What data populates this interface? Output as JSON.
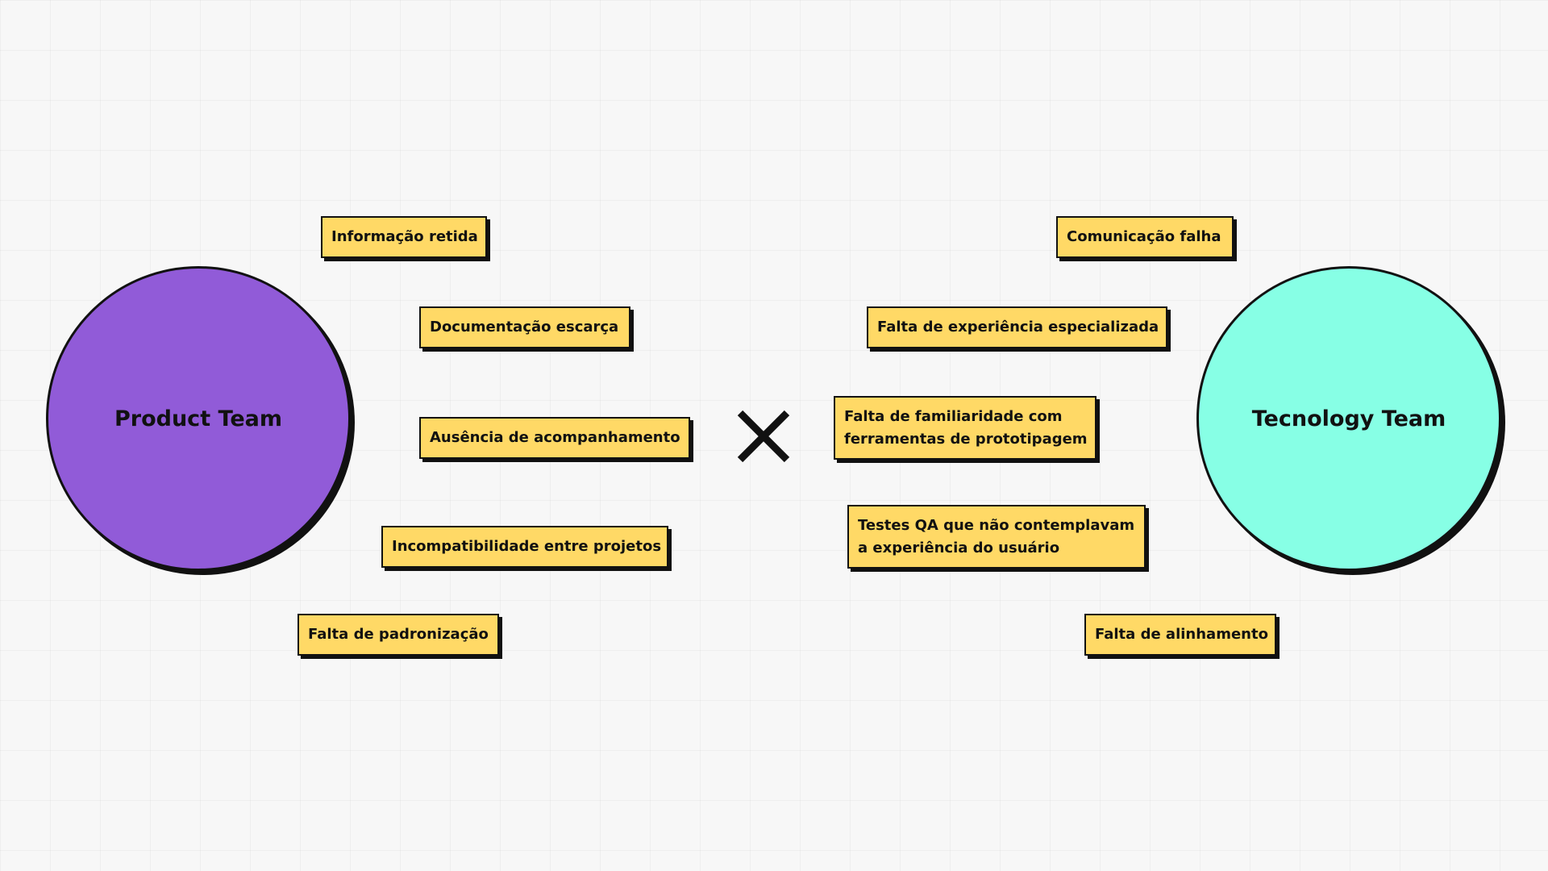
{
  "teams": {
    "product": {
      "label": "Product Team",
      "color": "#915bd8"
    },
    "technology": {
      "label": "Tecnology Team",
      "color": "#87ffe5"
    }
  },
  "product_issues": [
    "Informação retida",
    "Documentação escarça",
    "Ausência de acompanhamento",
    "Incompatibilidade entre projetos",
    "Falta de padronização"
  ],
  "technology_issues": [
    "Comunicação falha",
    "Falta de experiência especializada",
    [
      "Falta de familiaridade com",
      "ferramentas de prototipagem"
    ],
    [
      "Testes QA que não contemplavam",
      "a experiência do usuário"
    ],
    "Falta de alinhamento"
  ],
  "center_icon": "close-x-icon",
  "note_color": "#ffd966"
}
